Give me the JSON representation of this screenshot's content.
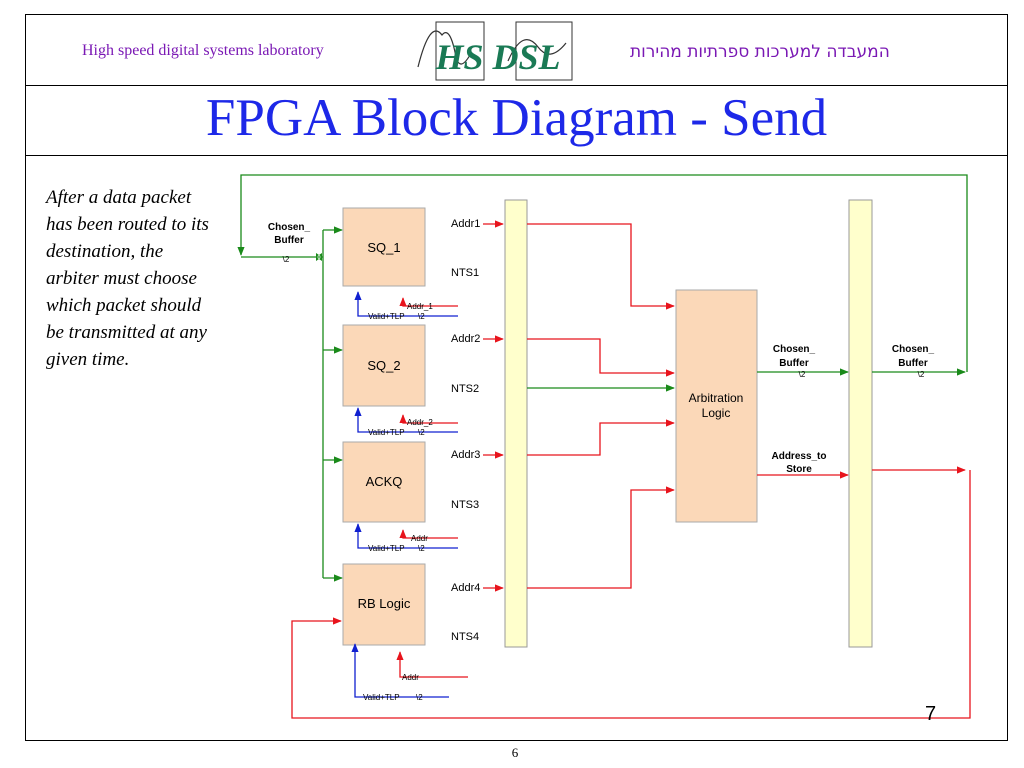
{
  "header": {
    "lab_english": "High speed digital systems laboratory",
    "lab_hebrew": "המעבדה למערכות ספרתיות מהירות",
    "logo_text": "HS DSL"
  },
  "slide": {
    "title": "FPGA Block Diagram - Send",
    "body": "After a data packet has been routed to its destination, the arbiter must choose which packet should be transmitted at any given time.",
    "slide_number": "7",
    "page_number": "6"
  },
  "diagram": {
    "blocks": {
      "sq1": "SQ_1",
      "sq2": "SQ_2",
      "ackq": "ACKQ",
      "rb": "RB Logic",
      "arb_line1": "Arbitration",
      "arb_line2": "Logic"
    },
    "labels": {
      "chosen_line1": "Chosen_",
      "chosen_line2": "Buffer",
      "bus2": "\\2",
      "addr1": "Addr1",
      "addr2": "Addr2",
      "addr3": "Addr3",
      "addr4": "Addr4",
      "nts1": "NTS1",
      "nts2": "NTS2",
      "nts3": "NTS3",
      "nts4": "NTS4",
      "addr_1_in": "Addr_1",
      "addr_2_in": "Addr_2",
      "addr_in": "Addr",
      "valid_tlp": "Valid+TLP",
      "address_to_line1": "Address_to",
      "address_to_line2": "Store"
    },
    "colors": {
      "block_fill": "#fbd8b8",
      "bus_fill": "#ffffcc",
      "red": "#e8141c",
      "green": "#1a8a1a",
      "blue": "#1020d0"
    }
  }
}
